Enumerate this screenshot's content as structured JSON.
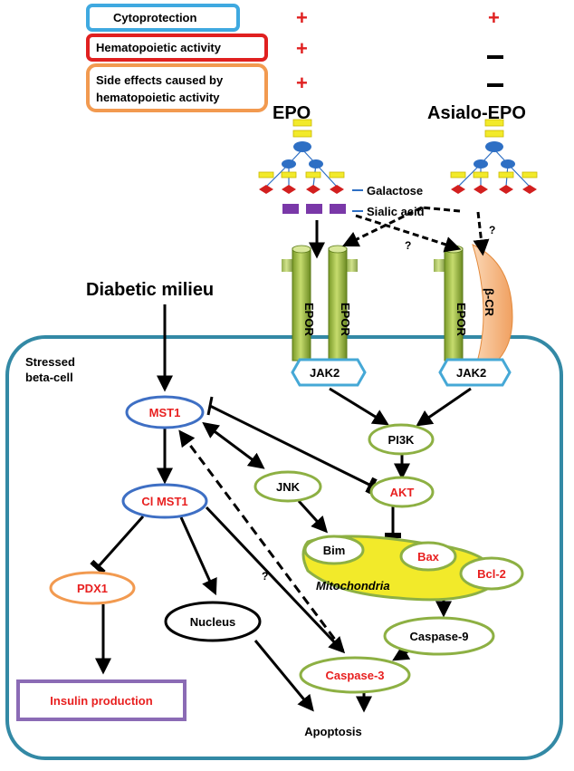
{
  "legend": [
    {
      "label": "Cytoprotection",
      "epo": "+",
      "asialo": "+",
      "border": "#3fa9e0"
    },
    {
      "label": "Hematopoietic activity",
      "epo": "+",
      "asialo": "–",
      "border": "#e02020"
    },
    {
      "label_line1": "Side effects caused by",
      "label_line2": "hematopoietic activity",
      "epo": "+",
      "asialo": "–",
      "border": "#f29a50"
    }
  ],
  "ligands": {
    "epo": "EPO",
    "asialo": "Asialo-EPO"
  },
  "sugar_labels": {
    "galactose": "Galactose",
    "sialic_acid": "Sialic acid"
  },
  "receptors": {
    "epor": "EPOR",
    "bcr": "β-CR",
    "jak2": "JAK2",
    "unknown_mark": "?"
  },
  "cell": {
    "label_line1": "Stressed",
    "label_line2": "beta-cell"
  },
  "diabetic_milieu": "Diabetic milieu",
  "nodes": {
    "mst1": "MST1",
    "cl_mst1": "Cl MST1",
    "jnk": "JNK",
    "pi3k": "PI3K",
    "akt": "AKT",
    "pdx1": "PDX1",
    "nucleus": "Nucleus",
    "bim": "Bim",
    "bax": "Bax",
    "bcl2": "Bcl-2",
    "mitochondria": "Mitochondria",
    "caspase9": "Caspase-9",
    "caspase3": "Caspase-3",
    "apoptosis": "Apoptosis",
    "insulin": "Insulin production"
  },
  "colors": {
    "green": "#8db043",
    "blue": "#3e6fc4",
    "red_text": "#e82020",
    "orange": "#f29a50",
    "purple": "#8b6bb5",
    "cell_border": "#3389a5",
    "jak_border": "#45a8d6",
    "yellow": "#f2ea2a",
    "sugar_blue": "#2e6fc4",
    "sugar_red": "#d21f1f",
    "sugar_purple": "#7a38a8"
  }
}
